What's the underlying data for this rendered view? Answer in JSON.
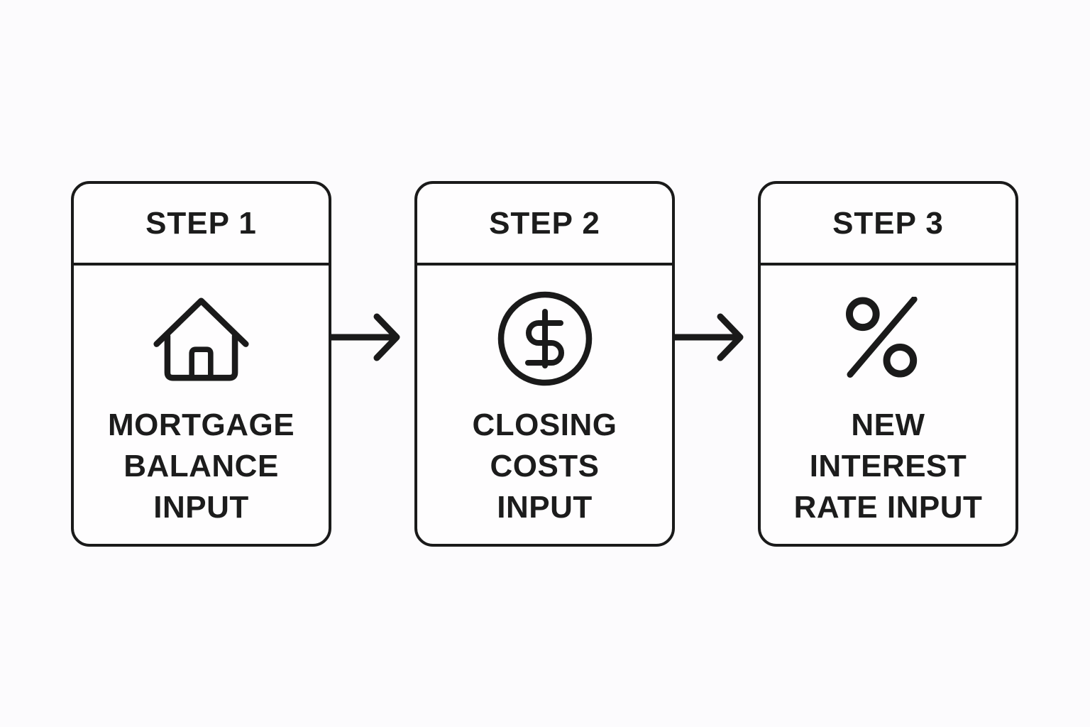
{
  "diagram": {
    "title": "",
    "type": "process-flow",
    "colors": {
      "background": "#fcfbfd",
      "card_background": "#fefdfe",
      "line": "#1a1a1a",
      "text": "#1c1c1c"
    },
    "cards": [
      {
        "step": "STEP 1",
        "icon": "house-icon",
        "label": "MORTGAGE\nBALANCE\nINPUT"
      },
      {
        "step": "STEP 2",
        "icon": "dollar-circle-icon",
        "label": "CLOSING\nCOSTS\nINPUT"
      },
      {
        "step": "STEP 3",
        "icon": "percent-icon",
        "label": "NEW\nINTEREST\nRATE INPUT"
      }
    ],
    "connectors": [
      {
        "from": "STEP 1",
        "to": "STEP 2",
        "icon": "arrow-right-icon"
      },
      {
        "from": "STEP 2",
        "to": "STEP 3",
        "icon": "arrow-right-icon"
      }
    ]
  }
}
